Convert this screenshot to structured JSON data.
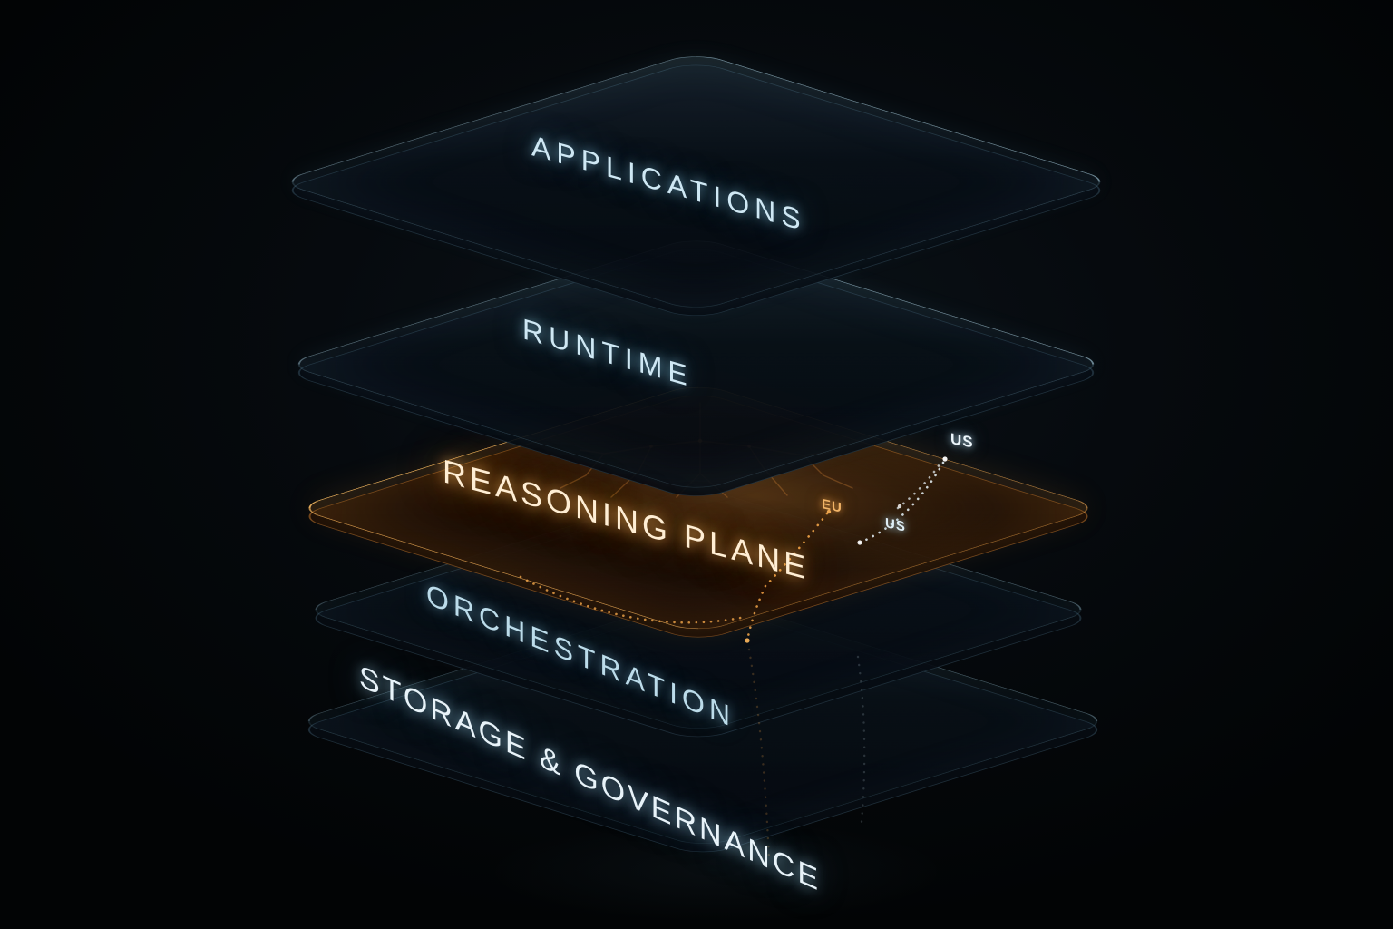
{
  "scene": {
    "description": "Isometric stack of five translucent glass layers on a dark background",
    "background_color": "#060a0e",
    "accent_cyan": "#bfe3f2",
    "accent_orange": "#f2a64a"
  },
  "layers": [
    {
      "id": "applications",
      "label": "APPLICATIONS",
      "tone": "glass-cyan"
    },
    {
      "id": "runtime",
      "label": "RUNTIME",
      "tone": "glass-cyan"
    },
    {
      "id": "reasoning-plane",
      "label": "REASONING PLANE",
      "tone": "glass-orange",
      "accent": "#f2a64a"
    },
    {
      "id": "orchestration",
      "label": "ORCHESTRATION",
      "tone": "glass-cyan-dim"
    },
    {
      "id": "storage-governance",
      "label": "STORAGE & GOVERNANCE",
      "tone": "glass-cyan-dim"
    }
  ],
  "region_tags": [
    {
      "id": "us-north",
      "label": "US",
      "color": "#eef7fc"
    },
    {
      "id": "eu",
      "label": "EU",
      "color": "#f2b467"
    },
    {
      "id": "us-south",
      "label": "US",
      "color": "#dfeef5"
    }
  ]
}
